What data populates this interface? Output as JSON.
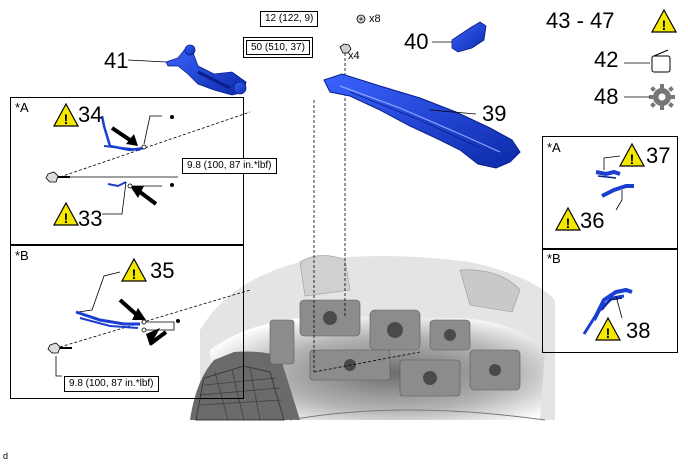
{
  "top": {
    "torque_bolt": "12 (122, 9)",
    "torque_nut": "50 (510, 37)",
    "qty_bolt": "x8",
    "qty_nut": "x4",
    "callout_41": "41",
    "callout_40": "40",
    "callout_39": "39"
  },
  "legend": {
    "range": "43 - 47",
    "item_42": "42",
    "item_48": "48"
  },
  "panel_a_left": {
    "label": "*A",
    "callout_34": "34",
    "callout_33": "33",
    "torque": "9.8 (100, 87 in.*lbf)"
  },
  "panel_b_left": {
    "label": "*B",
    "callout_35": "35",
    "torque": "9.8 (100, 87 in.*lbf)"
  },
  "panel_a_right": {
    "label": "*A",
    "callout_37": "37",
    "callout_36": "36"
  },
  "panel_b_right": {
    "label": "*B",
    "callout_38": "38"
  },
  "footer": {
    "code": "d"
  },
  "colors": {
    "part_blue": "#1a3fd0",
    "part_dark": "#0a1f8a",
    "warning_yellow": "#f5e800",
    "engine_gray": "#9a9a9a"
  }
}
